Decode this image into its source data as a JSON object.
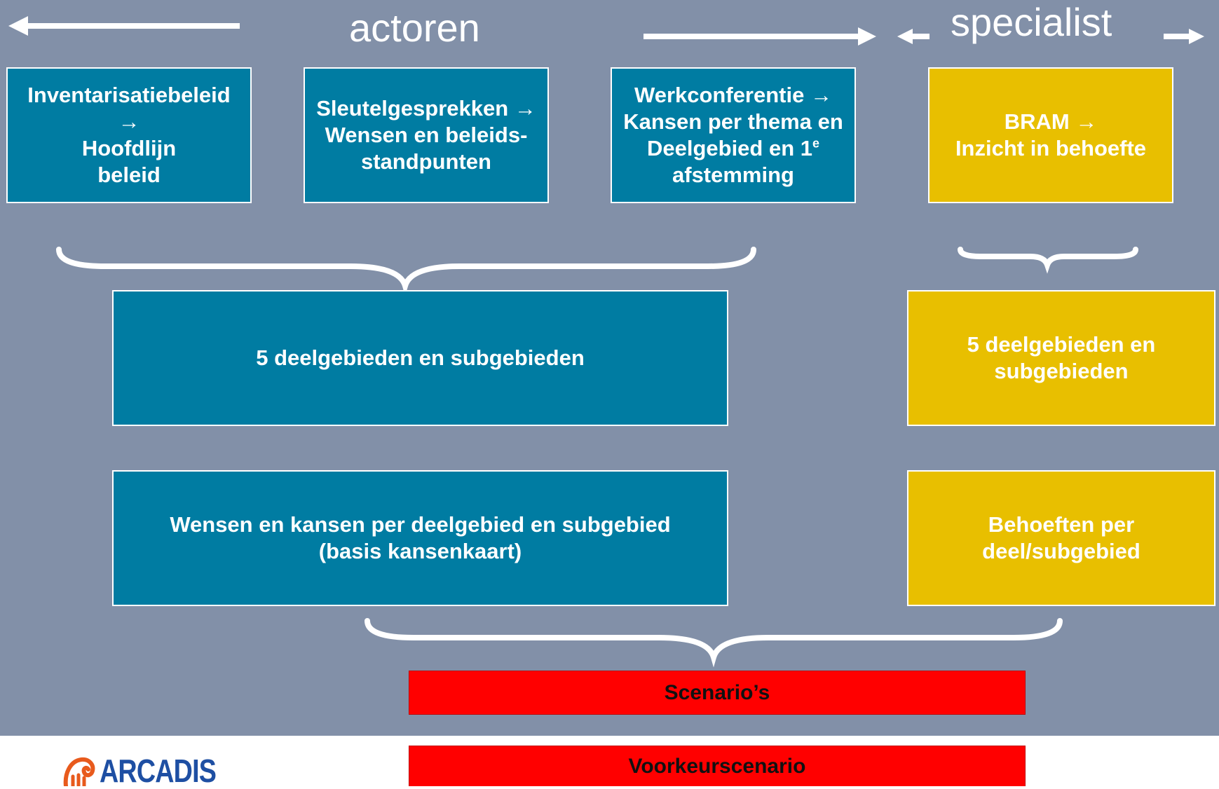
{
  "headers": {
    "actoren": "actoren",
    "specialist": "specialist"
  },
  "boxes": {
    "inventarisatie": {
      "line1": "Inventarisatiebeleid",
      "line2": "→",
      "line3": "Hoofdlijn",
      "line4": "beleid"
    },
    "sleutel": {
      "line1": "Sleutelgesprekken →",
      "line2": "Wensen en beleids-",
      "line3": "standpunten"
    },
    "werkconferentie": {
      "line1": "Werkconferentie →",
      "line2": "Kansen per thema en",
      "line3a": "Deelgebied en 1",
      "line3sup": "e",
      "line4": "afstemming"
    },
    "bram": {
      "line1": "BRAM →",
      "line2": "Inzicht in behoefte"
    },
    "deelgebieden_actoren": {
      "line1": "5 deelgebieden en subgebieden"
    },
    "deelgebieden_specialist": {
      "line1": "5 deelgebieden en",
      "line2": "subgebieden"
    },
    "wensen": {
      "line1": "Wensen en kansen per deelgebied en subgebied",
      "line2": "(basis kansenkaart)"
    },
    "behoeften": {
      "line1": "Behoeften per",
      "line2": "deel/subgebied"
    },
    "scenarios": {
      "label": "Scenario’s"
    },
    "voorkeur": {
      "label": "Voorkeurscenario"
    }
  },
  "logo": {
    "text": "ARCADIS"
  },
  "colors": {
    "background": "#8290a8",
    "blue": "#007ca2",
    "yellow": "#e8bf00",
    "red": "#ff0000",
    "arrow": "#ffffff",
    "logo": "#1e4fa3"
  },
  "icons": {
    "arrows": "arrow-icon",
    "braces": "curly-brace-icon",
    "logo": "arcadis-logo-icon"
  }
}
